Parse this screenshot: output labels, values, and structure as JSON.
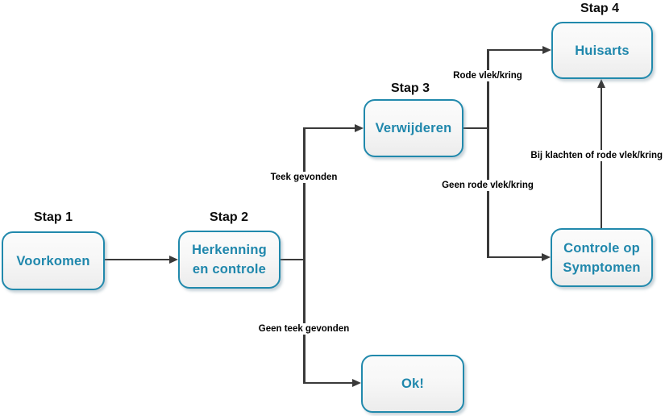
{
  "colors": {
    "node_border": "#2189ac",
    "node_text": "#1f87ac",
    "connector_line": "#3a3a3a",
    "edge_label_text": "#000000",
    "background": "#ffffff"
  },
  "headings": [
    "Stap 1",
    "Stap 2",
    "Stap 3",
    "Stap 4"
  ],
  "nodes": {
    "voorkomen": {
      "label": "Voorkomen"
    },
    "herkenning": {
      "lines": [
        "Herkenning",
        "en controle"
      ]
    },
    "verwijderen": {
      "label": "Verwijderen"
    },
    "huisarts": {
      "label": "Huisarts"
    },
    "controle": {
      "lines": [
        "Controle op",
        "Symptomen"
      ]
    },
    "ok": {
      "label": "Ok!"
    }
  },
  "edge_labels": {
    "teek_gevonden": "Teek gevonden",
    "geen_teek_gevonden": "Geen teek gevonden",
    "rode_vlek": "Rode vlek/kring",
    "geen_rode_vlek": "Geen rode vlek/kring",
    "bij_klachten": "Bij klachten of rode vlek/kring"
  }
}
